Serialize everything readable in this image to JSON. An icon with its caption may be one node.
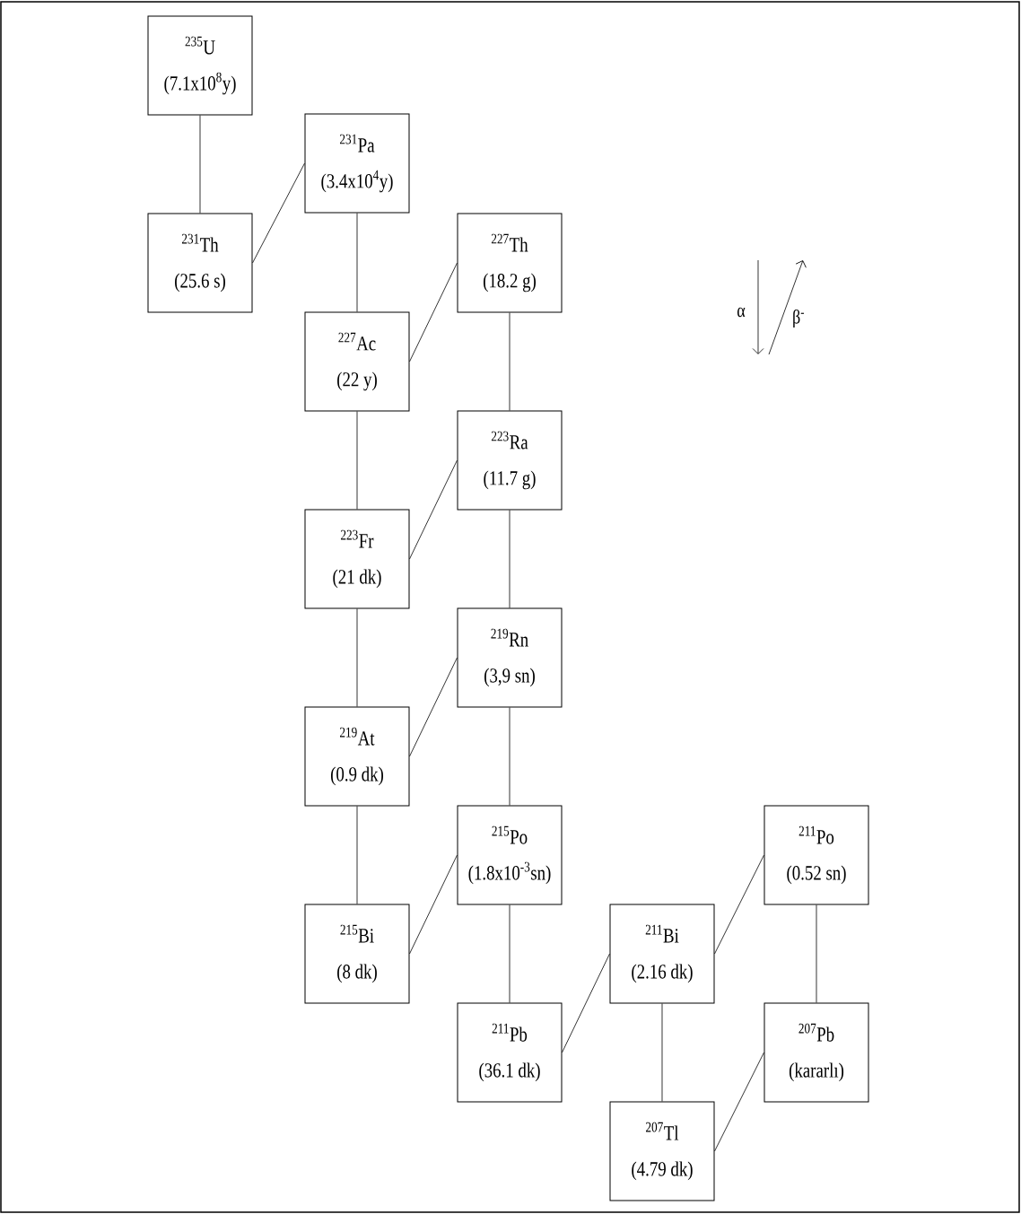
{
  "diagram": {
    "nodes": [
      {
        "text": [
          "$^{235}$U",
          "(7.1x10$^{8}$y)"
        ]
      },
      {
        "text": [
          "$^{231}$Pa",
          "(3.4x10$^{4}$y)"
        ]
      },
      {
        "text": [
          "$^{231}$Th",
          "(25.6 s)"
        ]
      },
      {
        "text": [
          "$^{227}$Th",
          "(18.2 g)"
        ]
      },
      {
        "text": [
          "$^{227}$Ac",
          "(22 y)"
        ]
      },
      {
        "text": [
          "$^{223}$Ra",
          "(11.7 g)"
        ]
      },
      {
        "text": [
          "$^{223}$Fr",
          "(21 dk)"
        ]
      },
      {
        "text": [
          "$^{219}$Rn",
          "(3,9 sn)"
        ]
      },
      {
        "text": [
          "$^{219}$At",
          "(0.9 dk)"
        ]
      },
      {
        "text": [
          "$^{215}$Po",
          "(1.8x10$^{-3}$sn)"
        ]
      },
      {
        "text": [
          "$^{211}$Po",
          "(0.52 sn)"
        ]
      },
      {
        "text": [
          "$^{215}$Bi",
          "(8 dk)"
        ]
      },
      {
        "text": [
          "$^{211}$Bi",
          "(2.16 dk)"
        ]
      },
      {
        "text": [
          "$^{211}$Pb",
          "(36.1 dk)"
        ]
      },
      {
        "text": [
          "$^{207}$Pb",
          "(kararlı)"
        ]
      },
      {
        "text": [
          "$^{207}$Tl",
          "(4.79 dk)"
        ]
      }
    ],
    "edges": [
      {
        "from": 0,
        "to": 2,
        "arrow": "none"
      },
      {
        "from": 2,
        "to": 1,
        "arrow": "none"
      },
      {
        "from": 1,
        "to": 4,
        "arrow": "none"
      },
      {
        "from": 4,
        "to": 3,
        "arrow": "none"
      },
      {
        "from": 3,
        "to": 5,
        "arrow": "none"
      },
      {
        "from": 4,
        "to": 6,
        "arrow": "none"
      },
      {
        "from": 6,
        "to": 5,
        "arrow": "none"
      },
      {
        "from": 5,
        "to": 7,
        "arrow": "none"
      },
      {
        "from": 6,
        "to": 8,
        "arrow": "none"
      },
      {
        "from": 8,
        "to": 7,
        "arrow": "none"
      },
      {
        "from": 7,
        "to": 9,
        "arrow": "none"
      },
      {
        "from": 8,
        "to": 11,
        "arrow": "none"
      },
      {
        "from": 11,
        "to": 9,
        "arrow": "none"
      },
      {
        "from": 9,
        "to": 13,
        "arrow": "none"
      },
      {
        "from": 13,
        "to": 12,
        "arrow": "none"
      },
      {
        "from": 12,
        "to": 10,
        "arrow": "none"
      },
      {
        "from": 12,
        "to": 15,
        "arrow": "none"
      },
      {
        "from": 10,
        "to": 14,
        "arrow": "none"
      },
      {
        "from": 15,
        "to": 14,
        "arrow": "none"
      }
    ],
    "legend": [
      {
        "text": "α"
      },
      {
        "text": "β$^{-}$"
      }
    ]
  }
}
